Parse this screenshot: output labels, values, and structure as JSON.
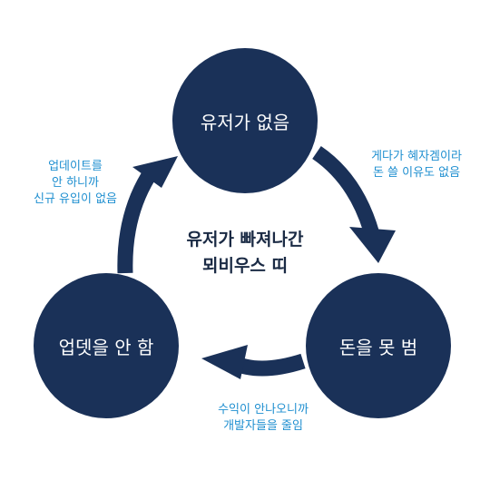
{
  "diagram": {
    "nodes": {
      "top": "유저가 없음",
      "right": "돈을 못 범",
      "left": "업뎃을 안 함"
    },
    "center": {
      "line1": "유저가 빠져나간",
      "line2": "뫼비우스 띠"
    },
    "edges": {
      "top_to_right": {
        "line1": "게다가 혜자겜이라",
        "line2": "돈 쓸 이유도 없음"
      },
      "right_to_left": {
        "line1": "수익이 안나오니까",
        "line2": "개발자들을 줄임"
      },
      "left_to_top": {
        "line1": "업데이트를",
        "line2": "안 하니까",
        "line3": "신규 유입이 없음"
      }
    },
    "colors": {
      "node_fill": "#1a3158",
      "arrow": "#1a3158",
      "edge_text": "#1f8fd0",
      "center_text": "#1a2a44"
    }
  }
}
